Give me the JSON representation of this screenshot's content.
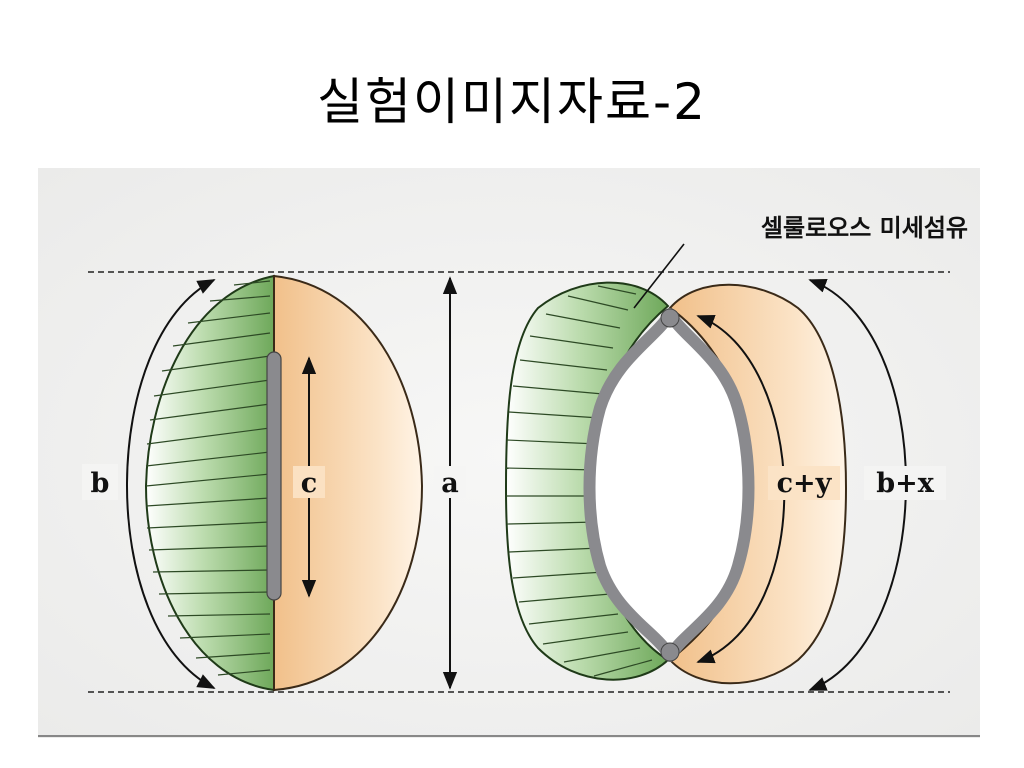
{
  "slide": {
    "title": "실험이미지자료-2"
  },
  "diagram": {
    "callout_label": "셀룰로오스 미세섬유",
    "closed_guard_cell": {
      "arc_label": "b",
      "inner_label": "c"
    },
    "center": {
      "label": "a"
    },
    "open_guard_cell": {
      "inner_label": "c+y",
      "arc_label": "b+x"
    },
    "colors": {
      "green_cell": "#7fb46a",
      "peach_cell": "#f4c995",
      "wall_gray": "#8a8a8e"
    }
  }
}
